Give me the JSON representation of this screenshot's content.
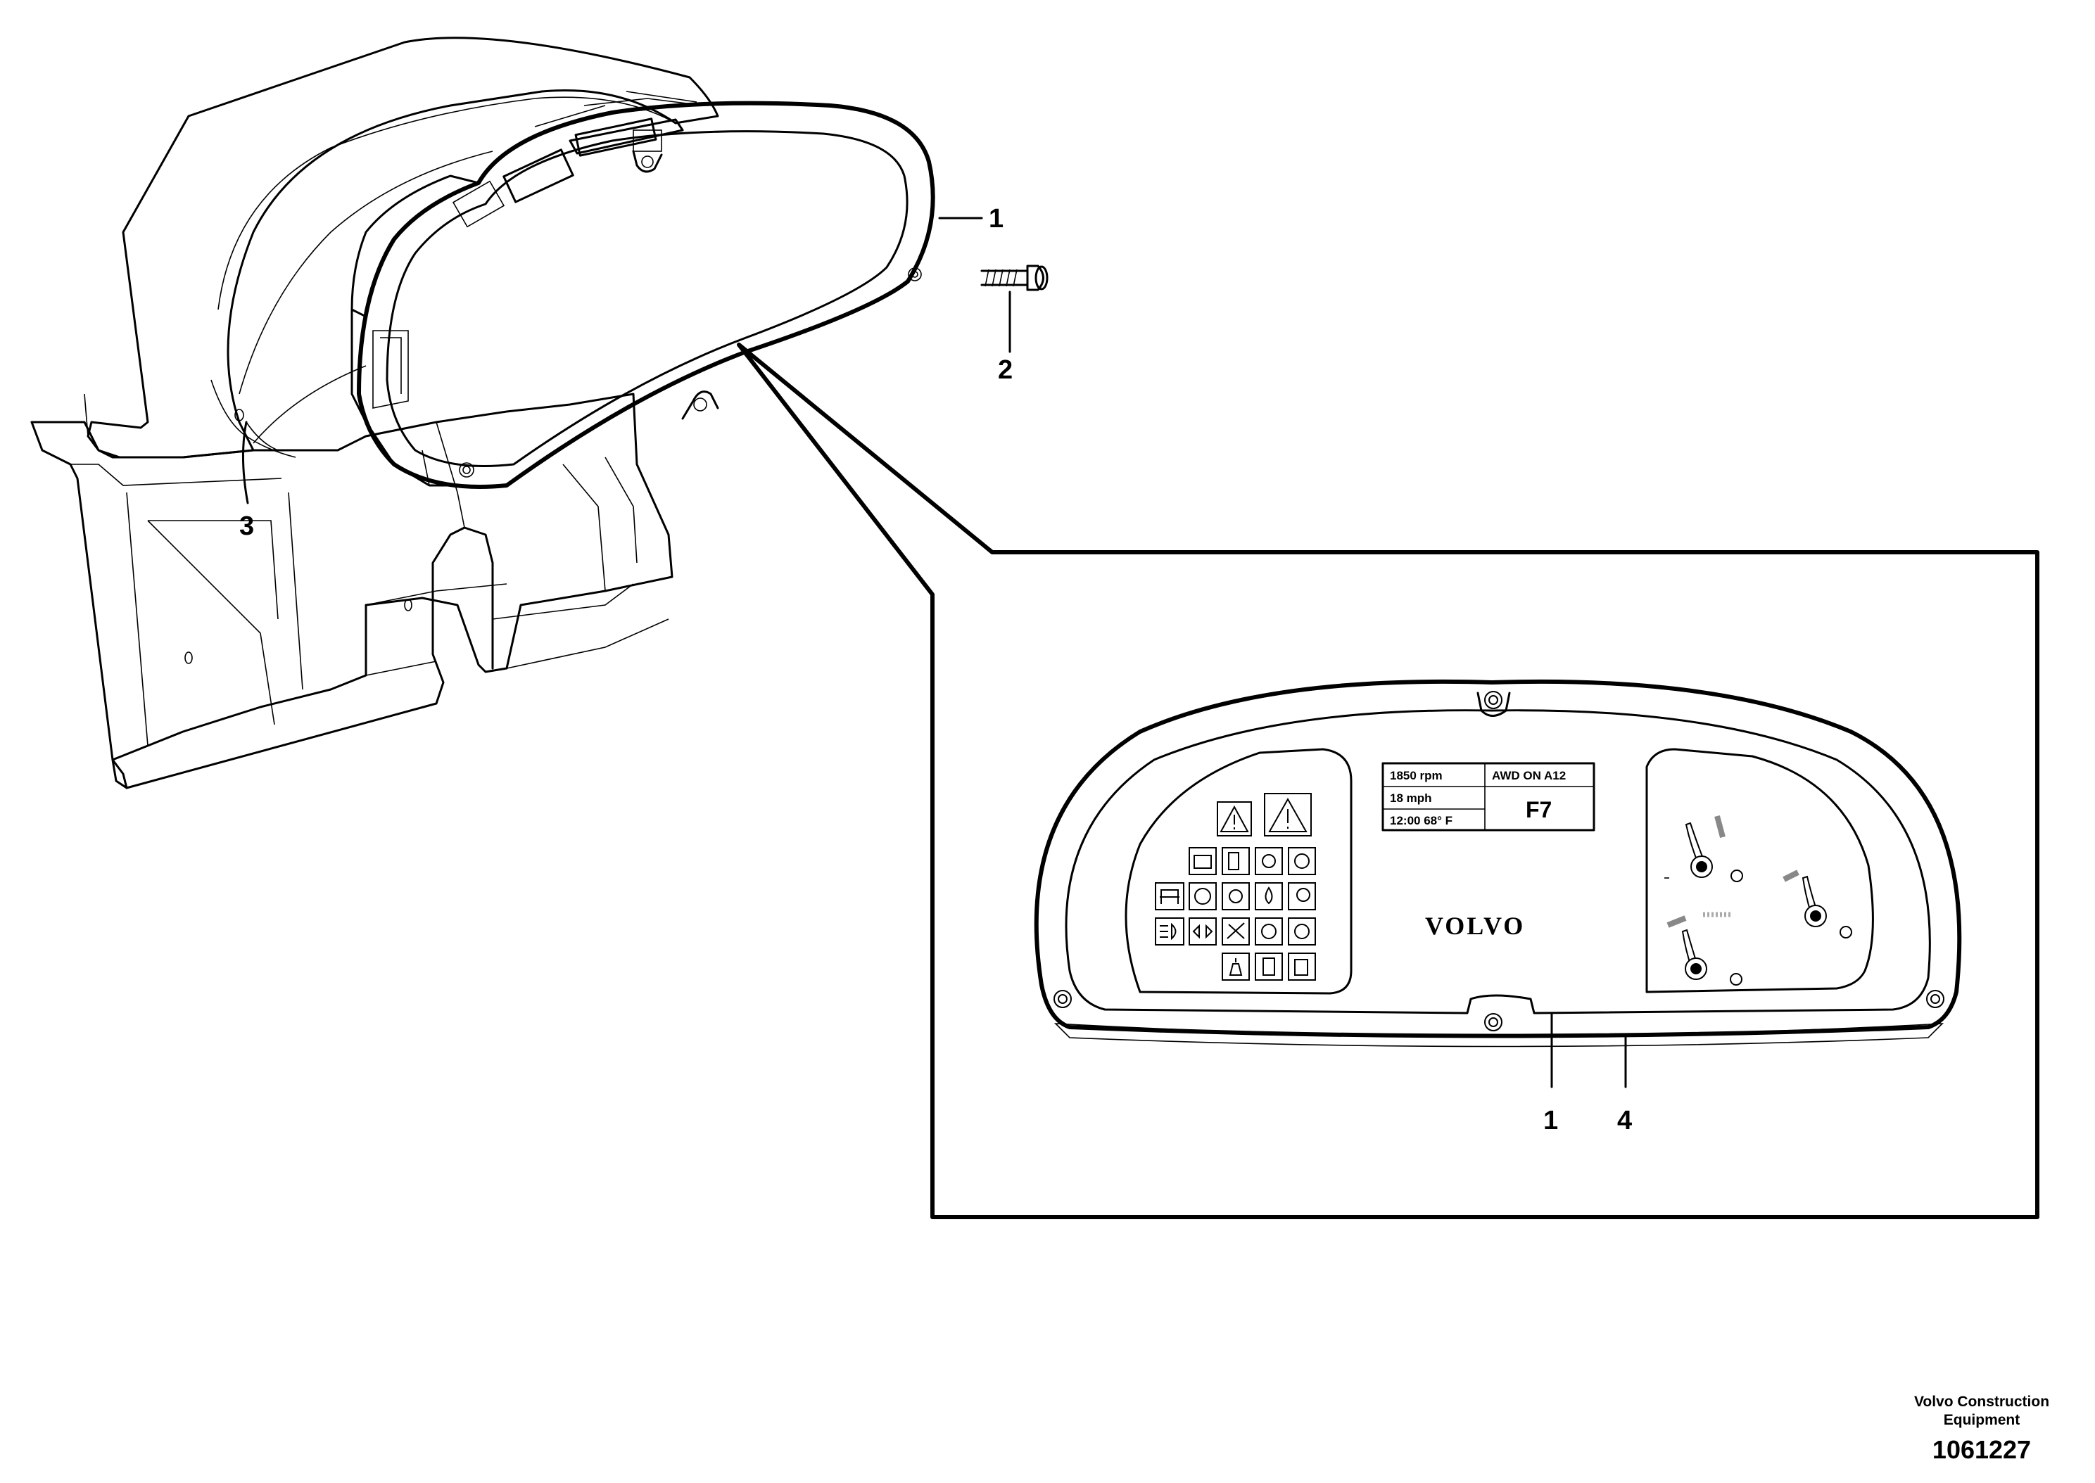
{
  "callouts": {
    "c1_top": "1",
    "c2": "2",
    "c3": "3",
    "c1_detail": "1",
    "c4": "4"
  },
  "display": {
    "rpm": "1850 rpm",
    "speed": "18 mph",
    "time_temp": "12:00  68° F",
    "status": "AWD  ON  A12",
    "code": "F7"
  },
  "brand": "VOLVO",
  "footer": {
    "line1": "Volvo Construction",
    "line2": "Equipment",
    "number": "1061227"
  }
}
